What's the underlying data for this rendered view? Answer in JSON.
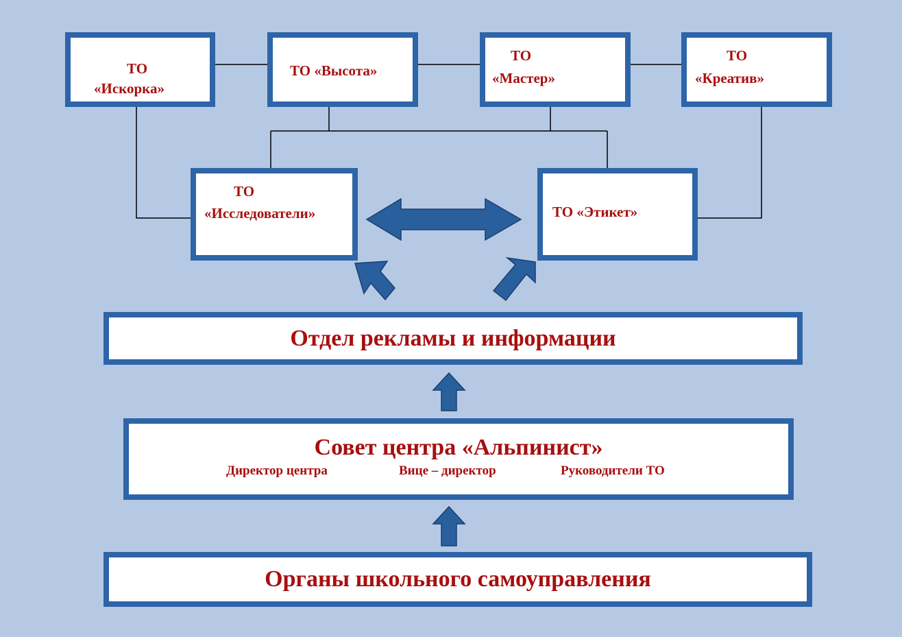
{
  "colors": {
    "background": "#b5c9e5",
    "box_border": "#2e64a8",
    "box_fill": "#ffffff",
    "text": "#a80f0f",
    "arrow": "#2a5f9e"
  },
  "top_row": [
    {
      "line1": "ТО",
      "line2": "«Искорка»"
    },
    {
      "line1": "ТО «Высота»",
      "line2": ""
    },
    {
      "line1": "ТО",
      "line2": "«Мастер»"
    },
    {
      "line1": "ТО",
      "line2": "«Креатив»"
    }
  ],
  "middle_row": [
    {
      "line1": "ТО",
      "line2": "«Исследователи»"
    },
    {
      "line1": "ТО  «Этикет»",
      "line2": ""
    }
  ],
  "department": {
    "title": "Отдел  рекламы и информации"
  },
  "council": {
    "title": "Совет  центра  «Альпинист»",
    "members": [
      "Директор центра",
      "Вице – директор",
      "Руководители ТО"
    ]
  },
  "self_government": {
    "title": "Органы школьного самоуправления"
  }
}
